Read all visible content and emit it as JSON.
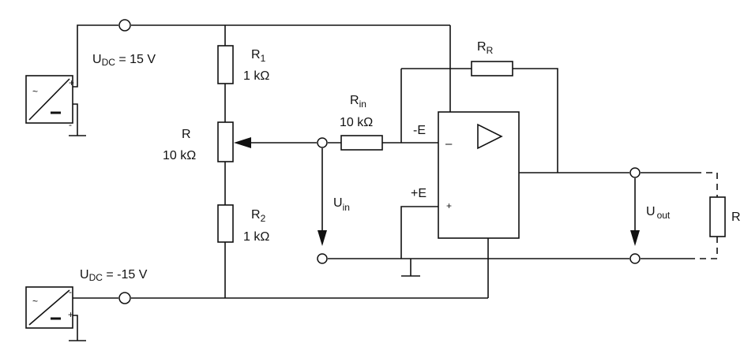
{
  "supply_top": {
    "symbol": "U",
    "sub": "DC",
    "value": " = 15 V",
    "plus": "+",
    "minus": "-"
  },
  "supply_bottom": {
    "symbol": "U",
    "sub": "DC",
    "value": " = -15 V",
    "plus": "+",
    "minus": "-"
  },
  "r1": {
    "symbol": "R",
    "sub": "1",
    "value": "1 kΩ"
  },
  "r_pot": {
    "symbol": "R",
    "value": "10 kΩ"
  },
  "r2": {
    "symbol": "R",
    "sub": "2",
    "value": "1 kΩ"
  },
  "r_in": {
    "symbol": "R",
    "sub": "in",
    "value": "10 kΩ"
  },
  "r_r": {
    "symbol": "R",
    "sub": "R"
  },
  "r_load": {
    "symbol": "R"
  },
  "opamp": {
    "neg_supply": "-E",
    "pos_supply": "+E",
    "inv_input": "–",
    "noninv_input": "+"
  },
  "u_in": {
    "symbol": "U",
    "sub": "in"
  },
  "u_out": {
    "symbol": "U",
    "sub": "out"
  },
  "colors": {
    "line": "#111111",
    "background": "#ffffff"
  }
}
